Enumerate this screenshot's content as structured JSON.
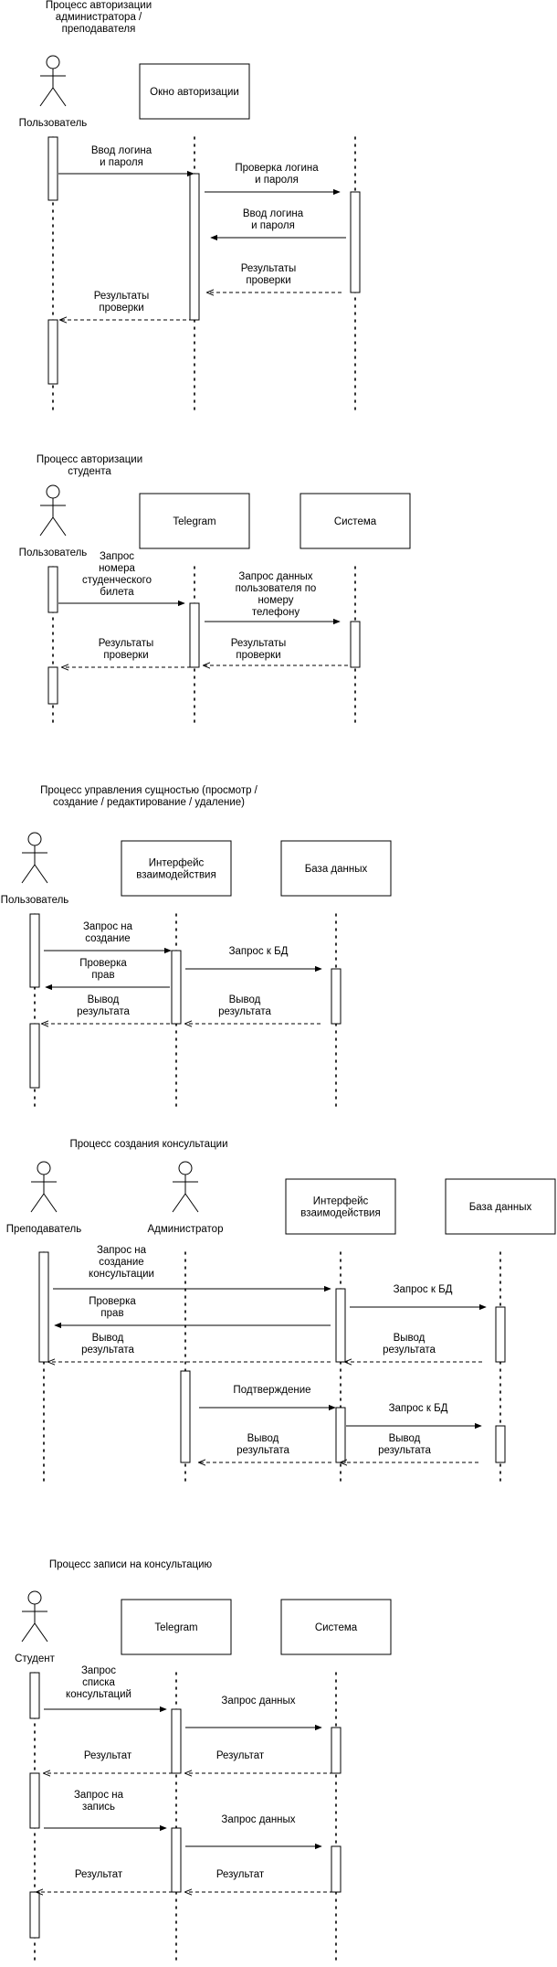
{
  "diagrams": [
    {
      "title": [
        "Процесс авторизации",
        "администратора /",
        "преподавателя"
      ],
      "actors": [
        "Пользователь"
      ],
      "participants": [
        "Окно авторизации"
      ],
      "messages": [
        [
          "Ввод логина",
          "и пароля"
        ],
        [
          "Проверка логина",
          "и пароля"
        ],
        [
          "Ввод логина",
          "и пароля"
        ],
        [
          "Результаты",
          "проверки"
        ],
        [
          "Результаты",
          "проверки"
        ]
      ]
    },
    {
      "title": [
        "Процесс авторизации",
        "студента"
      ],
      "actors": [
        "Пользователь"
      ],
      "participants": [
        "Telegram",
        "Система"
      ],
      "messages": [
        [
          "Запрос",
          "номера",
          "студенческого",
          "билета"
        ],
        [
          "Запрос данных",
          "пользователя по",
          "номеру",
          "телефону"
        ],
        [
          "Результаты",
          "проверки"
        ],
        [
          "Результаты",
          "проверки"
        ]
      ]
    },
    {
      "title": [
        "Процесс управления сущностью (просмотр /",
        "создание / редактирование / удаление)"
      ],
      "actors": [
        "Пользователь"
      ],
      "participants": [
        [
          "Интерфейс",
          "взаимодействия"
        ],
        "База данных"
      ],
      "messages": [
        [
          "Запрос на",
          "создание"
        ],
        [
          "Запрос к БД"
        ],
        [
          "Проверка",
          "прав"
        ],
        [
          "Вывод",
          "результата"
        ],
        [
          "Вывод",
          "результата"
        ]
      ]
    },
    {
      "title": [
        "Процесс создания консультации"
      ],
      "actors": [
        "Преподаватель",
        "Администратор"
      ],
      "participants": [
        [
          "Интерфейс",
          "взаимодействия"
        ],
        "База данных"
      ],
      "messages": [
        [
          "Запрос на",
          "создание",
          "консультации"
        ],
        [
          "Запрос к БД"
        ],
        [
          "Проверка",
          "прав"
        ],
        [
          "Вывод",
          "результата"
        ],
        [
          "Вывод",
          "результата"
        ],
        [
          "Подтверждение"
        ],
        [
          "Запрос к БД"
        ],
        [
          "Вывод",
          "результата"
        ],
        [
          "Вывод",
          "результата"
        ]
      ]
    },
    {
      "title": [
        "Процесс записи на консультацию"
      ],
      "actors": [
        "Студент"
      ],
      "participants": [
        "Telegram",
        "Система"
      ],
      "messages": [
        [
          "Запрос",
          "списка",
          "консультаций"
        ],
        [
          "Запрос данных"
        ],
        [
          "Результат"
        ],
        [
          "Результат"
        ],
        [
          "Запрос на",
          "запись"
        ],
        [
          "Запрос данных"
        ],
        [
          "Результат"
        ],
        [
          "Результат"
        ]
      ]
    }
  ]
}
